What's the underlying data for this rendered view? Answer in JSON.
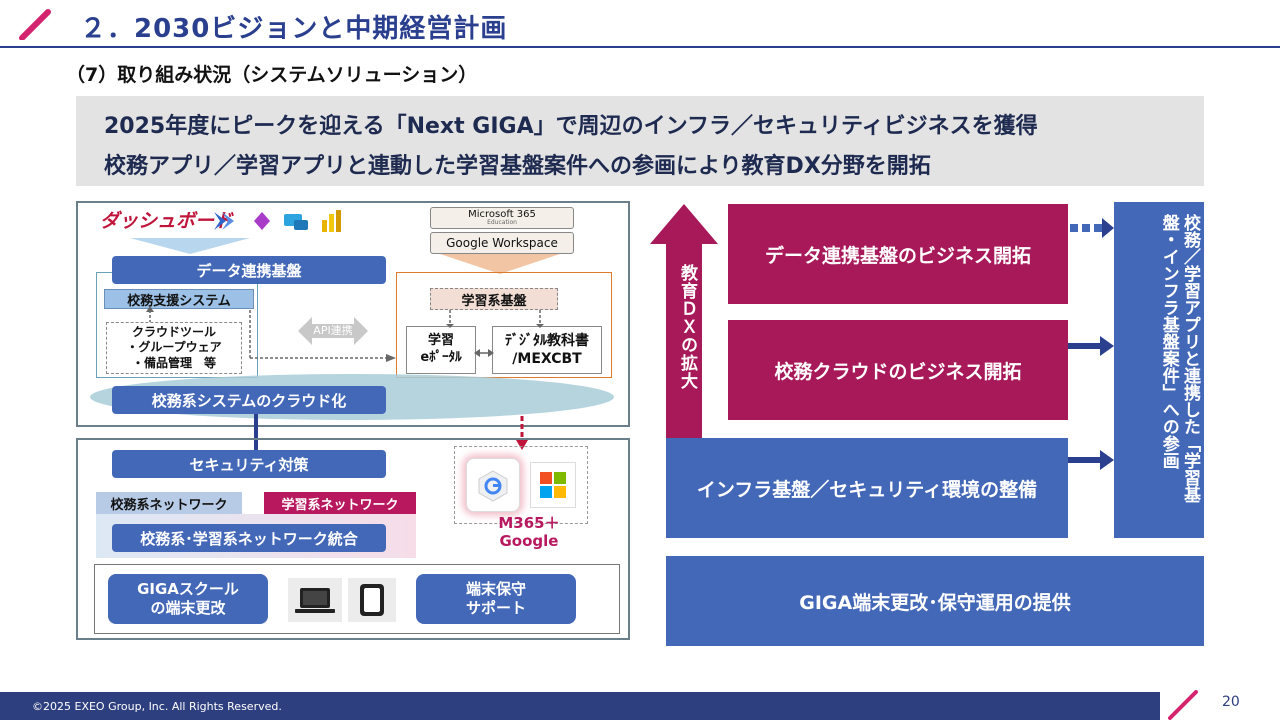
{
  "header": {
    "title": "２．2030ビジョンと中期経営計画",
    "subtitle": "（7）取り組み状況（システムソリューション）"
  },
  "banner": {
    "line1": "2025年度にピークを迎える「Next GIGA」で周辺のインフラ／セキュリティビジネスを獲得",
    "line2": "校務アプリ／学習アプリと連動した学習基盤案件への参画により教育DX分野を開拓"
  },
  "left_top": {
    "dashboard": "ダッシュボード",
    "data_platform": "データ連携基盤",
    "school_support": "校務支援システム",
    "cloud_tools": "クラウドツール\n・グループウェア\n・備品管理　等",
    "api": "API連携",
    "cloud_shift": "校務系システムのクラウド化",
    "ms365_logo": "Microsoft 365",
    "ms365_sub": "Education",
    "google_logo": "Google Workspace",
    "learning_platform": "学習系基盤",
    "learning_portal": "学習\neﾎﾟｰﾀﾙ",
    "digital_textbook": "ﾃﾞｼﾞﾀﾙ教科書\n/MEXCBT"
  },
  "left_bottom": {
    "security": "セキュリティ対策",
    "admin_network": "校務系ネットワーク",
    "learning_network": "学習系ネットワーク",
    "network_integration": "校務系･学習系ネットワーク統合",
    "m365_google": "M365＋\nGoogle",
    "giga_renewal": "GIGAスクール\nの端末更改",
    "device_support": "端末保守\nサポート"
  },
  "right": {
    "dx_arrow": "教育ＤＸの拡大",
    "box1": "データ連携基盤のビジネス開拓",
    "box2": "校務クラウドのビジネス開拓",
    "box3": "インフラ基盤／セキュリティ環境の整備",
    "box4": "GIGA端末更改･保守運用の提供",
    "side_panel": "校務／学習アプリと連携した「学習基盤・インフラ基盤案件」への参画"
  },
  "footer": {
    "copyright": "©2025 EXEO Group, Inc. All Rights Reserved.",
    "page": "20"
  },
  "colors": {
    "navy": "#2b3f8f",
    "blue": "#4468b8",
    "magenta": "#a8195a",
    "accent_pink": "#d4246e"
  }
}
